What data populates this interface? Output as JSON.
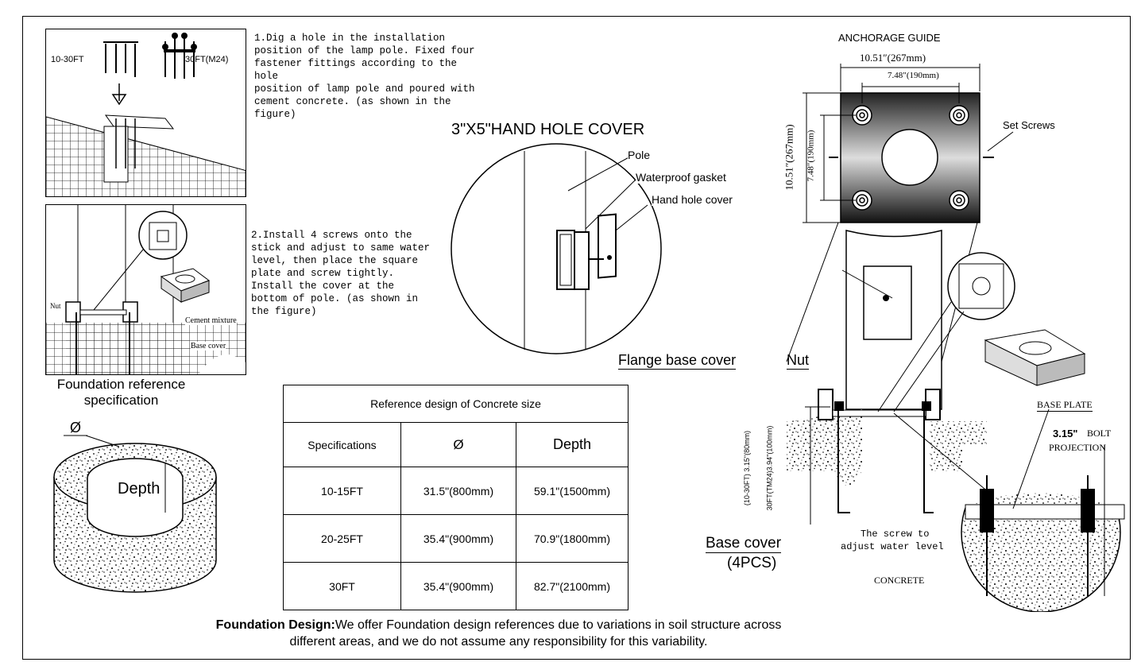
{
  "step1": {
    "text": "1.Dig a hole in the installation\nposition of the lamp pole. Fixed four\nfastener fittings according to the hole\nposition of lamp pole and poured with\ncement concrete. (as shown in the\nfigure)",
    "label_a": "10-30FT",
    "label_b": "30FT(M24)"
  },
  "step2": {
    "text": "2.Install 4 screws onto the\nstick and adjust to same water\nlevel, then place the square\nplate and screw tightly.\nInstall the cover at the\nbottom of pole. (as shown in\nthe figure)",
    "nut": "Nut",
    "cement": "Cement mixture",
    "base_cover": "Base cover"
  },
  "foundation": {
    "title": "Foundation reference\nspecification",
    "diameter": "Ø",
    "depth": "Depth"
  },
  "hand_hole": {
    "title": "3\"X5\"HAND HOLE COVER",
    "pole": "Pole",
    "gasket": "Waterproof gasket",
    "cover": "Hand hole cover"
  },
  "anchorage": {
    "title": "ANCHORAGE GUIDE",
    "dim_outer_w": "10.51″(267mm)",
    "dim_inner_w": "7.48″(190mm)",
    "dim_outer_h": "10.51″(267mm)",
    "dim_inner_h": "7.48″(190mm)",
    "set_screws": "Set Screws"
  },
  "assembly": {
    "flange": "Flange base cover",
    "nut": "Nut",
    "base_cover": "Base cover",
    "pcs": "(4PCS)",
    "dim_left": "(10-30FT)  3.15\"(80mm)",
    "dim_left2": "30FT(TM24)3.94\"(100mm)",
    "base_plate": "BASE PLATE",
    "bolt_a": "3.15\"",
    "bolt_b": "BOLT",
    "bolt_c": "PROJECTION",
    "screw_a": "The screw to",
    "screw_b": "adjust water level",
    "concrete": "CONCRETE"
  },
  "table": {
    "caption": "Reference design of Concrete size",
    "headers": [
      "Specifications",
      "Ø",
      "Depth"
    ],
    "rows": [
      [
        "10-15FT",
        "31.5\"(800mm)",
        "59.1\"(1500mm)"
      ],
      [
        "20-25FT",
        "35.4\"(900mm)",
        "70.9\"(1800mm)"
      ],
      [
        "30FT",
        "35.4\"(900mm)",
        "82.7\"(2100mm)"
      ]
    ]
  },
  "footer": {
    "bold": "Foundation Design:",
    "line1": "We offer Foundation design references due to variations in soil structure across",
    "line2": "different areas, and we do not assume any responsibility for this variability."
  }
}
